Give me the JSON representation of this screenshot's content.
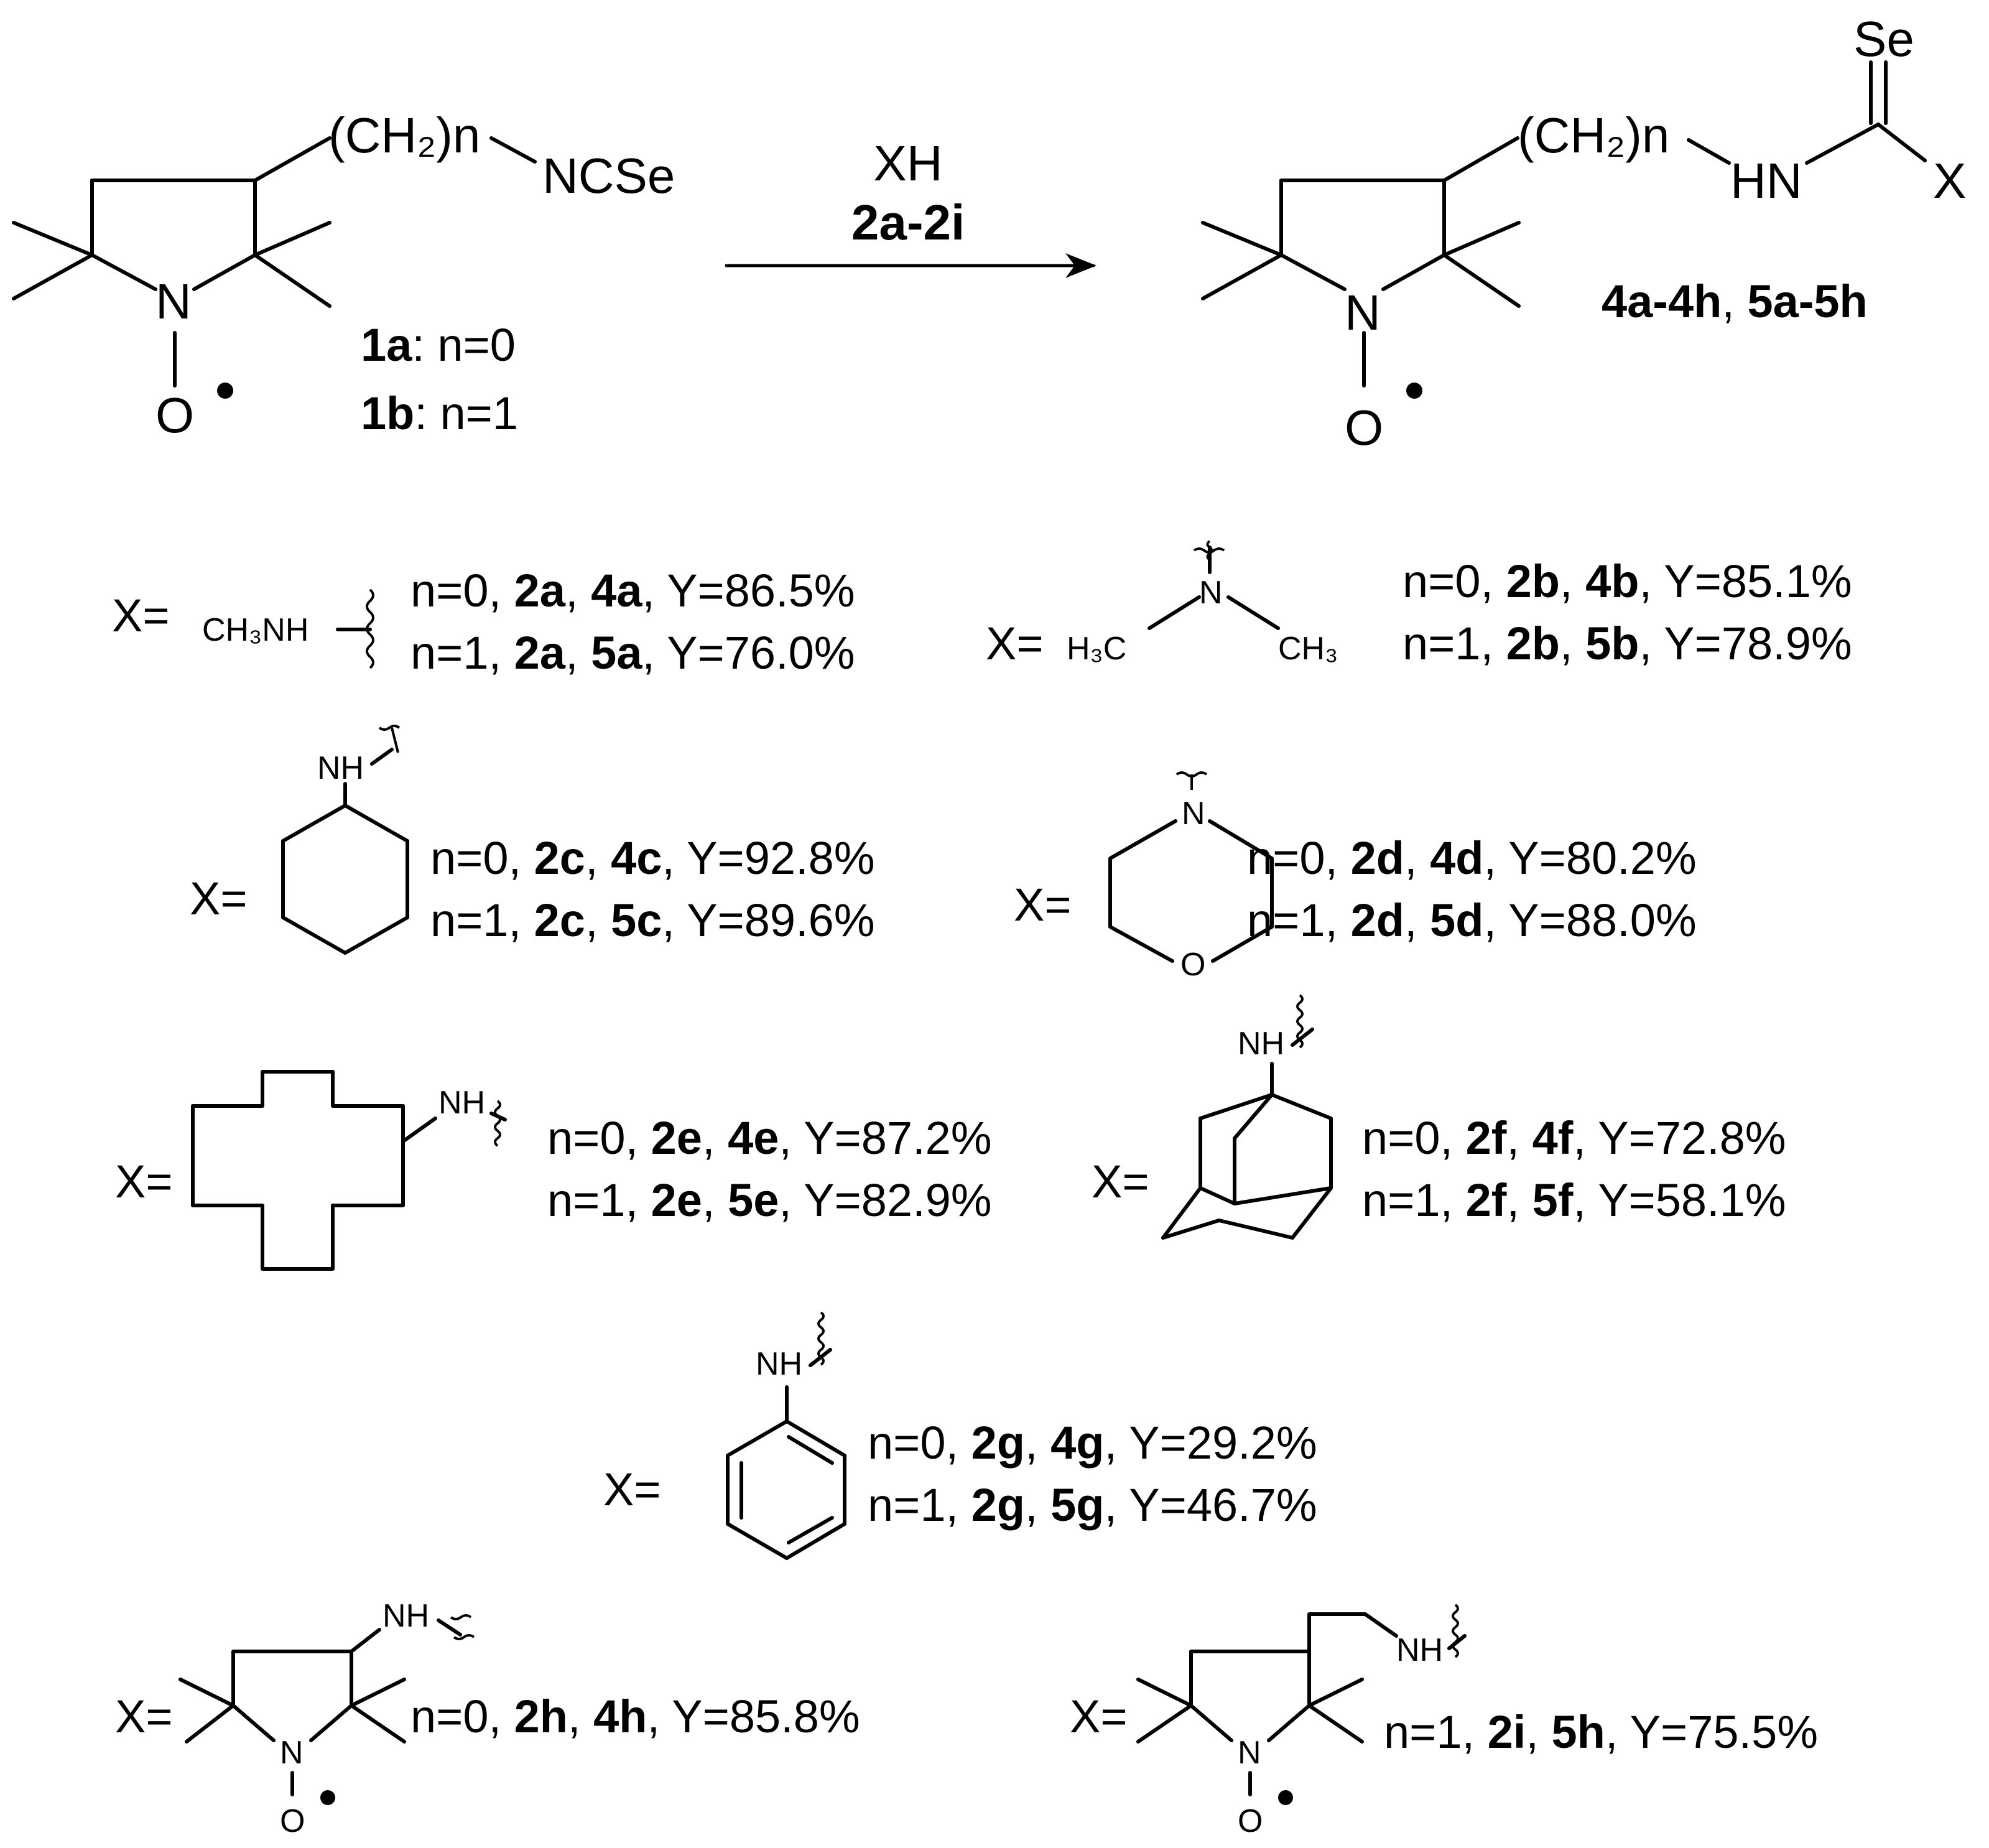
{
  "colors": {
    "ink": "#000000",
    "background": "#ffffff"
  },
  "reactant": {
    "chain": "(CH₂)n",
    "group": "NCSe",
    "ring_atoms": {
      "n": "N",
      "o": "O"
    },
    "labels": [
      {
        "id": "1a",
        "cond": ": n=0"
      },
      {
        "id": "1b",
        "cond": ": n=1"
      }
    ]
  },
  "arrow": {
    "reagent": "XH",
    "reagent_range": "2a-2i"
  },
  "product": {
    "chain": "(CH₂)n",
    "nh": "HN",
    "se": "Se",
    "x": "X",
    "ring_atoms": {
      "n": "N",
      "o": "O"
    },
    "label_a": "4a-4h",
    "sep": ", ",
    "label_b": "5a-5h"
  },
  "x_eq": "X=",
  "fragments": {
    "methylamine": "CH₃NH",
    "dimethylamine": {
      "n": "N",
      "me_left": "H₃C",
      "me_right": "CH₃"
    },
    "nh": "NH",
    "n": "N",
    "o": "O"
  },
  "entries": [
    {
      "reagent": "2a",
      "rows": [
        {
          "n": "n=0, ",
          "r": "2a",
          "p": "4a",
          "y": ", Y=86.5%"
        },
        {
          "n": "n=1, ",
          "r": "2a",
          "p": "5a",
          "y": ", Y=76.0%"
        }
      ]
    },
    {
      "reagent": "2b",
      "rows": [
        {
          "n": "n=0, ",
          "r": "2b",
          "p": "4b",
          "y": ", Y=85.1%"
        },
        {
          "n": "n=1, ",
          "r": "2b",
          "p": "5b",
          "y": ", Y=78.9%"
        }
      ]
    },
    {
      "reagent": "2c",
      "rows": [
        {
          "n": "n=0, ",
          "r": "2c",
          "p": "4c",
          "y": ", Y=92.8%"
        },
        {
          "n": "n=1, ",
          "r": "2c",
          "p": "5c",
          "y": ", Y=89.6%"
        }
      ]
    },
    {
      "reagent": "2d",
      "rows": [
        {
          "n": "n=0, ",
          "r": "2d",
          "p": "4d",
          "y": ", Y=80.2%"
        },
        {
          "n": "n=1, ",
          "r": "2d",
          "p": "5d",
          "y": ", Y=88.0%"
        }
      ]
    },
    {
      "reagent": "2e",
      "rows": [
        {
          "n": "n=0, ",
          "r": "2e",
          "p": "4e",
          "y": ", Y=87.2%"
        },
        {
          "n": "n=1, ",
          "r": "2e",
          "p": "5e",
          "y": ", Y=82.9%"
        }
      ]
    },
    {
      "reagent": "2f",
      "rows": [
        {
          "n": "n=0, ",
          "r": "2f",
          "p": "4f",
          "y": ", Y=72.8%"
        },
        {
          "n": "n=1, ",
          "r": "2f",
          "p": "5f",
          "y": ", Y=58.1%"
        }
      ]
    },
    {
      "reagent": "2g",
      "rows": [
        {
          "n": "n=0, ",
          "r": "2g",
          "p": "4g",
          "y": ", Y=29.2%"
        },
        {
          "n": "n=1, ",
          "r": "2g",
          "p": "5g",
          "y": ", Y=46.7%"
        }
      ]
    },
    {
      "reagent": "2h",
      "rows": [
        {
          "n": "n=0, ",
          "r": "2h",
          "p": "4h",
          "y": ", Y=85.8%"
        }
      ]
    },
    {
      "reagent": "2i",
      "rows": [
        {
          "n": "n=1, ",
          "r": "2i",
          "p": "5h",
          "y": ", Y=75.5%"
        }
      ]
    }
  ],
  "sep": ", "
}
